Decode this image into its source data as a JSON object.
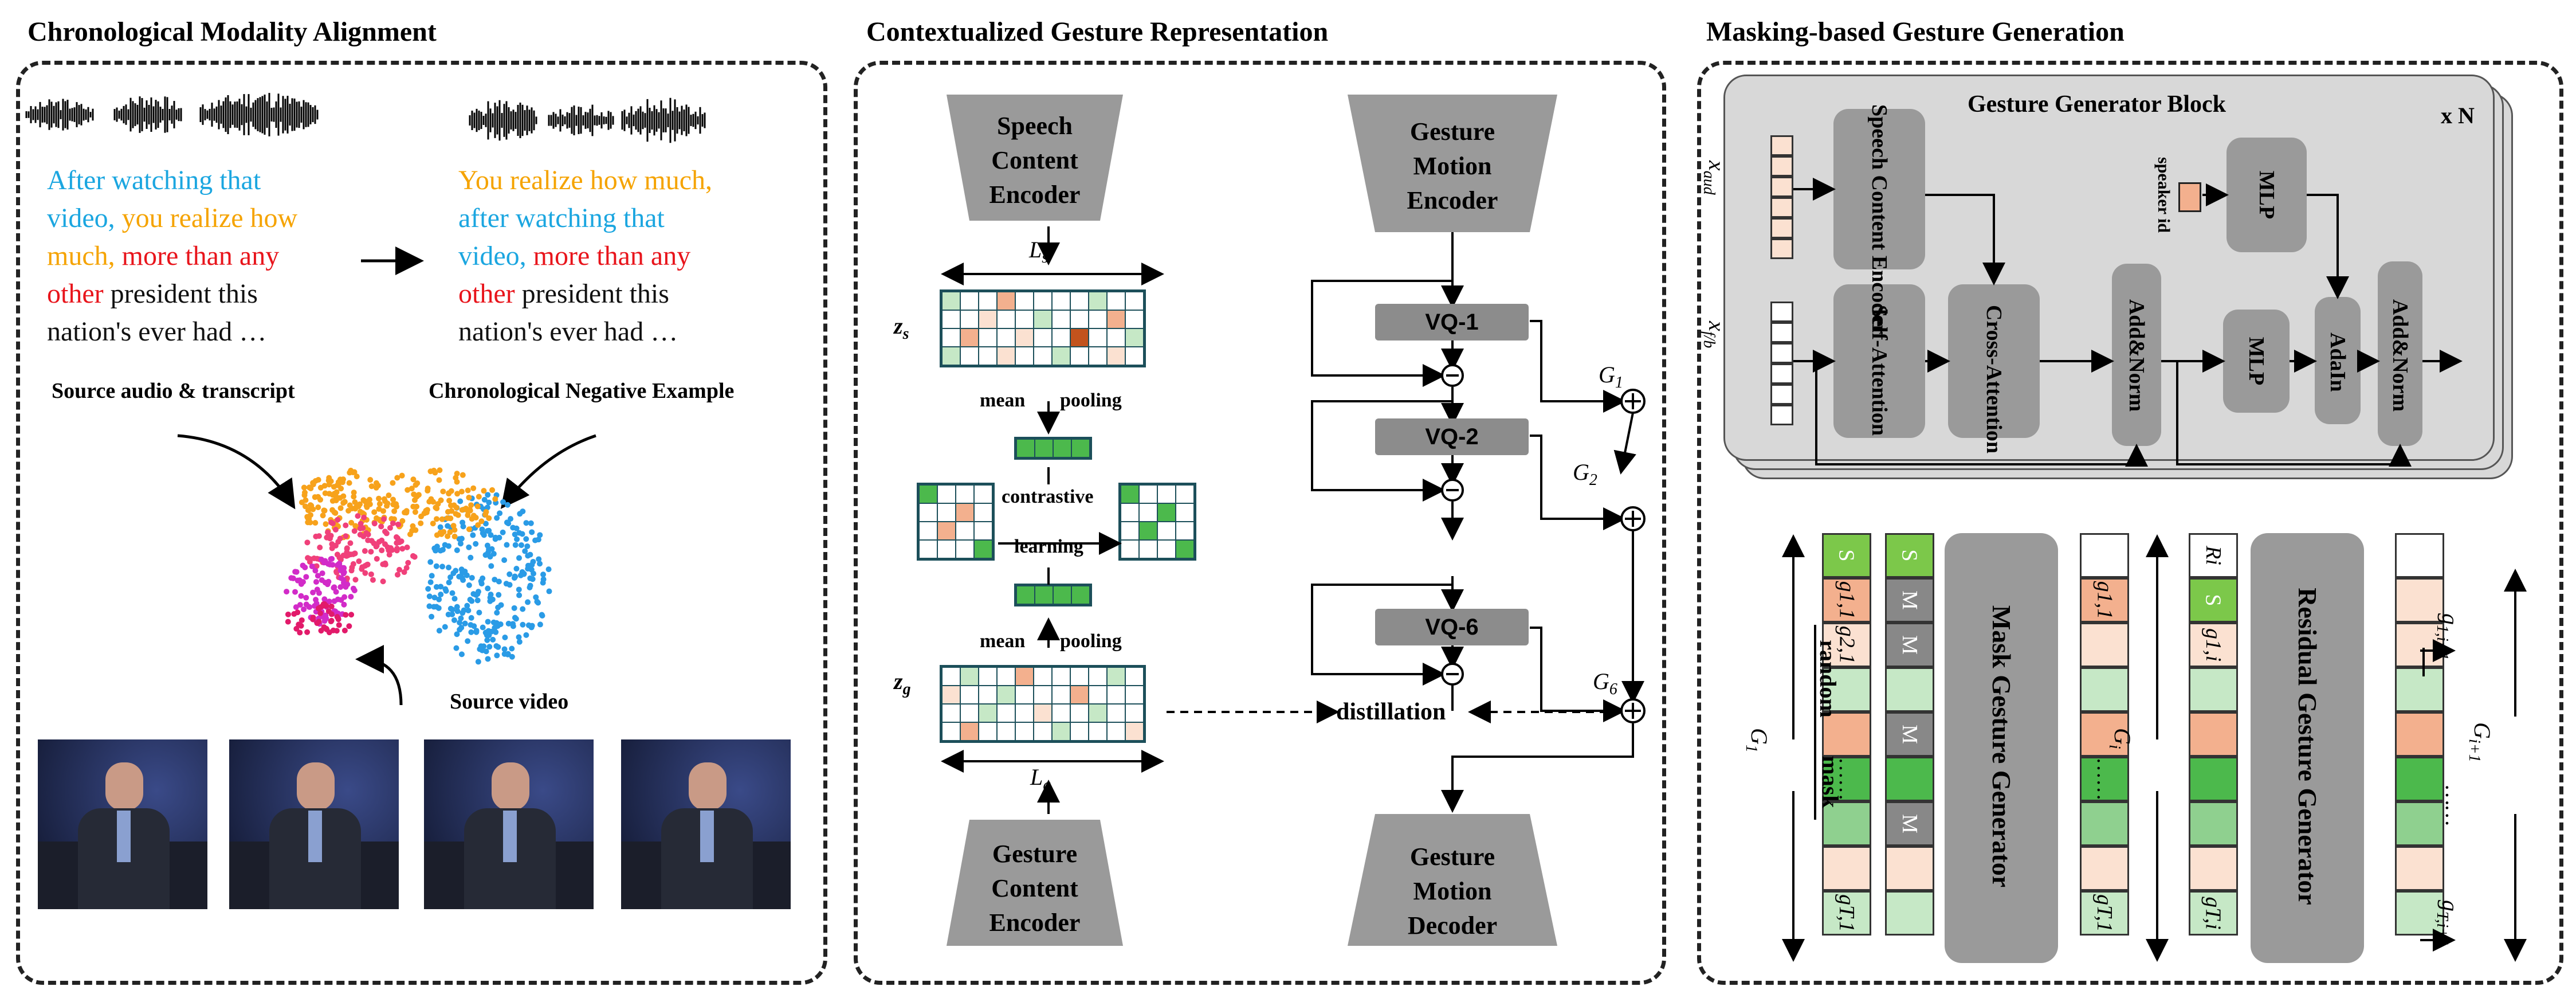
{
  "panels": {
    "alignment": {
      "title": "Chronological Modality Alignment",
      "source_transcript": [
        [
          {
            "t": "After watching that",
            "c": "blue"
          }
        ],
        [
          {
            "t": "video, ",
            "c": "blue"
          },
          {
            "t": "you realize how",
            "c": "orange"
          }
        ],
        [
          {
            "t": "much, ",
            "c": "orange"
          },
          {
            "t": "more than any",
            "c": "red"
          }
        ],
        [
          {
            "t": "other ",
            "c": "red"
          },
          {
            "t": "president this",
            "c": "black"
          }
        ],
        [
          {
            "t": "nation's ever had …",
            "c": "black"
          }
        ]
      ],
      "negative_transcript": [
        [
          {
            "t": "You realize how much,",
            "c": "orange"
          }
        ],
        [
          {
            "t": "after watching that",
            "c": "blue"
          }
        ],
        [
          {
            "t": "video, ",
            "c": "blue"
          },
          {
            "t": "more than any",
            "c": "red"
          }
        ],
        [
          {
            "t": "other ",
            "c": "red"
          },
          {
            "t": "president this",
            "c": "black"
          }
        ],
        [
          {
            "t": "nation's ever had …",
            "c": "black"
          }
        ]
      ],
      "caption_source": "Source audio & transcript",
      "caption_negative": "Chronological Negative Example",
      "caption_video": "Source video"
    },
    "representation": {
      "title": "Contextualized Gesture Representation",
      "speech_encoder": "Speech Content Encoder",
      "gesture_content_encoder": "Gesture Content Encoder",
      "motion_encoder": "Gesture Motion Encoder",
      "motion_decoder": "Gesture Motion Decoder",
      "ls": "L",
      "ls_sub": "s",
      "lg": "L",
      "lg_sub": "g",
      "zs": "z",
      "zs_sub": "s",
      "zg": "z",
      "zg_sub": "g",
      "mean1": "mean",
      "pool1": "pooling",
      "mean2": "mean",
      "pool2": "pooling",
      "contrastive": "contrastive",
      "learning": "learning",
      "distillation": "distillation",
      "vq": [
        "VQ-1",
        "VQ-2",
        "VQ-6"
      ],
      "g1": "G",
      "g1_sub": "1",
      "g2": "G",
      "g2_sub": "2",
      "g6": "G",
      "g6_sub": "6"
    },
    "generation": {
      "title": "Masking-based Gesture Generation",
      "block_title": "Gesture Generator Block",
      "repeat": "x N",
      "x_aud": "x",
      "x_aud_sub": "aud",
      "x_fb": "x",
      "x_fb_sub": "f/b",
      "speech_content_encoder": "Speech Content Encoder",
      "self_attention": "Self-Attention",
      "cross_attention": "Cross-Attention",
      "add_norm_1": "Add&Norm",
      "mlp_speaker": "MLP",
      "mlp_mid": "MLP",
      "adain": "AdaIn",
      "add_norm_2": "Add&Norm",
      "speaker_id": "speaker id",
      "tok_s": "S",
      "tok_m": "M",
      "g11": "g",
      "g11_sub": "1,1",
      "g21": "g",
      "g21_sub": "2,1",
      "gt1": "g",
      "gt1_sub": "T,1",
      "dots": "……",
      "random": "random",
      "mask": "mask",
      "G1": "G",
      "G1_sub": "1",
      "mask_generator": "Mask Gesture Generator",
      "Ri": "R",
      "Ri_sub": "i",
      "g1i": "g",
      "g1i_sub": "1,i",
      "gti": "g",
      "gti_sub": "T,i",
      "Gi": "G",
      "Gi_sub": "i",
      "residual_generator": "Residual Gesture Generator",
      "g1i1": "g",
      "g1i1_sub": "1,i+1",
      "gti1": "g",
      "gti1_sub": "T,i+1",
      "Gi1": "G",
      "Gi1_sub": "i+1"
    }
  },
  "colors": {
    "blue_text": "#1ba6e0",
    "orange_text": "#f5a300",
    "red_text": "#e8141b",
    "grid_border": "#1c4f5a",
    "light_green": "#c6e8c6",
    "mid_green": "#8fd08f",
    "green": "#4cb94c",
    "salmon": "#f3b08e",
    "peach": "#fbe1d1",
    "rust": "#c2531d",
    "gray_block": "#9a9a9a",
    "block_bg": "#d8d8d8"
  }
}
